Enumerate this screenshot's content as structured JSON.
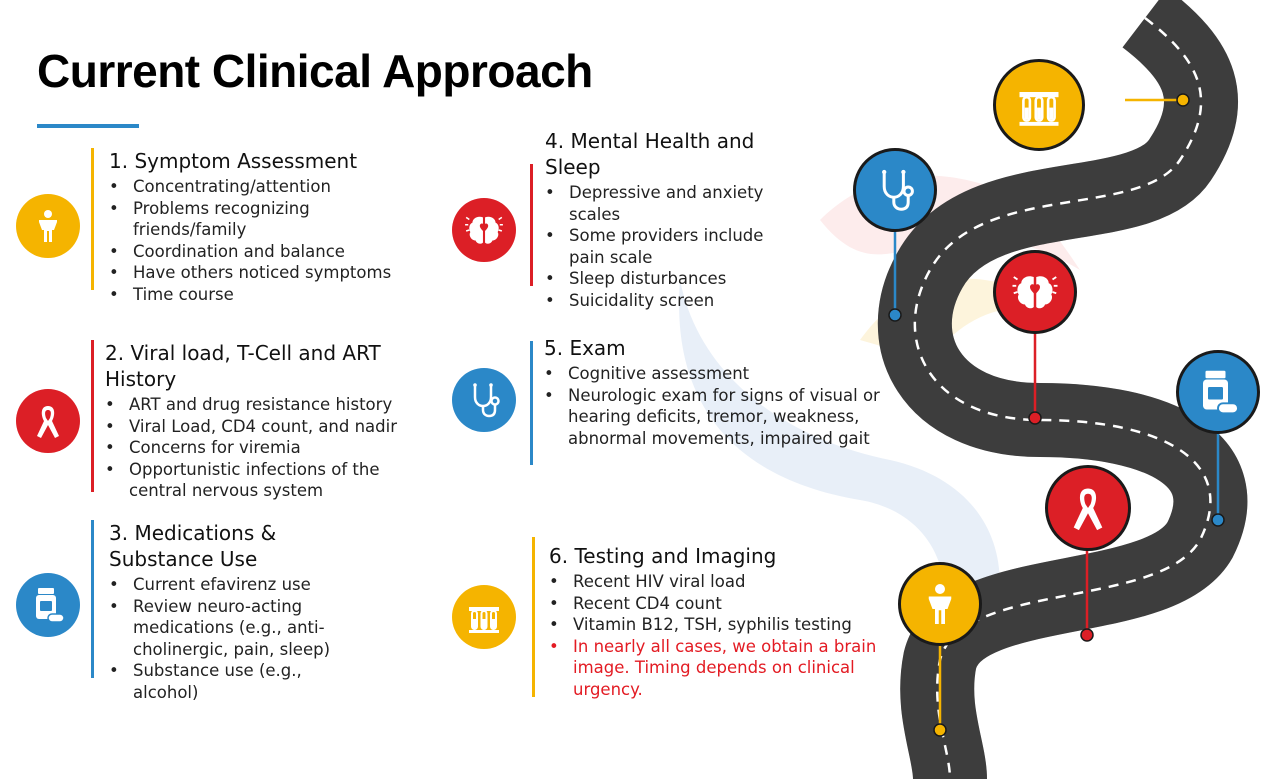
{
  "title": "Current Clinical Approach",
  "colors": {
    "yellow": "#f5b400",
    "red": "#dc1f26",
    "blue": "#2b88c8",
    "alert": "#e31b23"
  },
  "sections": [
    {
      "heading": "1. Symptom Assessment",
      "icon": "person-icon",
      "items": [
        "Concentrating/attention",
        "Problems recognizing friends/family",
        "Coordination and balance",
        "Have others noticed symptoms",
        "Time course"
      ]
    },
    {
      "heading": "2. Viral load, T-Cell and ART History",
      "icon": "awareness-ribbon-icon",
      "items": [
        "ART and drug resistance history",
        "Viral Load, CD4 count, and nadir",
        "Concerns for viremia",
        "Opportunistic infections of the central nervous system"
      ]
    },
    {
      "heading": "3. Medications & Substance Use",
      "icon": "pill-bottle-icon",
      "items": [
        "Current efavirenz use",
        "Review neuro-acting medications (e.g., anti-cholinergic, pain, sleep)",
        "Substance use (e.g., alcohol)"
      ]
    },
    {
      "heading": "4. Mental Health and Sleep",
      "icon": "brain-heart-icon",
      "items": [
        "Depressive and anxiety scales",
        "Some providers include pain scale",
        "Sleep disturbances",
        "Suicidality screen"
      ]
    },
    {
      "heading": "5. Exam",
      "icon": "stethoscope-icon",
      "items": [
        "Cognitive assessment",
        "Neurologic exam for signs of visual or hearing deficits, tremor, weakness, abnormal movements, impaired gait"
      ]
    },
    {
      "heading": "6. Testing and Imaging",
      "icon": "test-tubes-icon",
      "items": [
        "Recent HIV viral load",
        "Recent CD4 count",
        "Vitamin B12, TSH, syphilis testing"
      ],
      "alert": "In nearly all cases, we obtain a brain image. Timing depends on clinical urgency."
    }
  ],
  "roadmap_icons": [
    "test-tubes-icon",
    "stethoscope-icon",
    "brain-heart-icon",
    "pill-bottle-icon",
    "awareness-ribbon-icon",
    "person-icon"
  ]
}
